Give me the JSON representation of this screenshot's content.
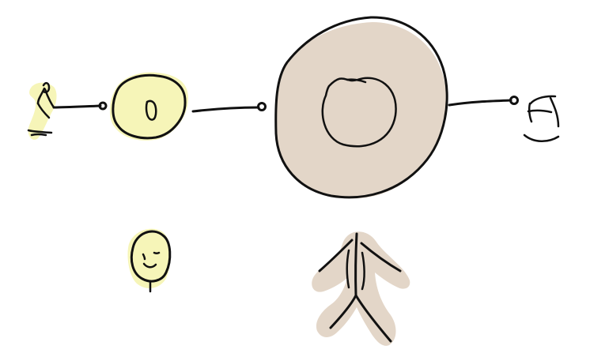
{
  "colors": {
    "ink": "#111111",
    "highlight_yellow": "#f6f5b8",
    "highlight_beige": "#e3d6c8",
    "background": "#ffffff"
  },
  "nodes": [
    {
      "id": "small-actor-left",
      "icon": "sitting-person-icon",
      "highlight": "#f6f5b8"
    },
    {
      "id": "small-circle",
      "icon": "small-bubble-icon",
      "highlight": "#f6f5b8"
    },
    {
      "id": "large-circle",
      "icon": "large-bubble-icon",
      "highlight": "#e3d6c8"
    },
    {
      "id": "right-device",
      "icon": "cup-icon",
      "highlight": null
    }
  ],
  "figures": [
    {
      "id": "smiley-person",
      "icon": "smiley-face-icon",
      "highlight": "#f6f5b8"
    },
    {
      "id": "stick-figure",
      "icon": "stick-figure-icon",
      "highlight": "#e3d6c8"
    }
  ],
  "connectors": [
    {
      "from": "small-actor-left",
      "to": "small-circle"
    },
    {
      "from": "small-circle",
      "to": "large-circle"
    },
    {
      "from": "large-circle",
      "to": "right-device"
    }
  ]
}
